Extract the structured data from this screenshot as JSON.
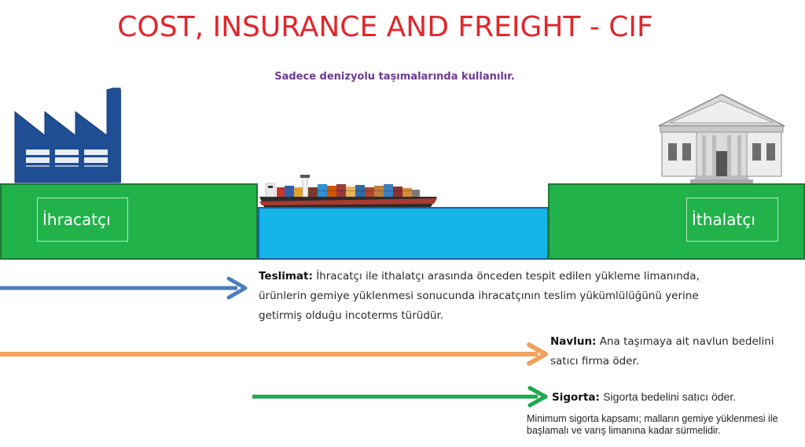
{
  "title": "COST, INSURANCE AND FREIGHT - CIF",
  "subtitle": "Sadece denizyolu taşımalarında kullanılır.",
  "exporter": {
    "label": "İhracatçı",
    "icon": "factory-icon"
  },
  "importer": {
    "label": "İthalatçı",
    "icon": "building-icon"
  },
  "ship": {
    "icon": "container-ship-icon"
  },
  "delivery": {
    "term": "Teslimat:",
    "text": "İhracatçı ile ithalatçı arasında önceden tespit edilen yükleme limanında, ürünlerin gemiye yüklenmesi sonucunda ihracatçının teslim yükümlülüğünü yerine getirmiş olduğu incoterms türüdür.",
    "arrow_color": "#4a7fbd"
  },
  "freight": {
    "term": "Navlun:",
    "text": "Ana taşımaya ait navlun bedelini satıcı firma öder.",
    "arrow_color": "#f1a25e"
  },
  "insurance": {
    "term": "Sigorta:",
    "text": "Sigorta bedelini satıcı öder.",
    "note": "Minimum sigorta kapsamı; malların gemiye yüklenmesi ile başlamalı ve varış limanına kadar sürmelidir.",
    "arrow_color": "#1ea84f"
  },
  "colors": {
    "title": "#e2262b",
    "subtitle": "#6c3a8e",
    "land": "#21b24a",
    "water": "#14b6ea",
    "factory": "#1f4e95"
  }
}
